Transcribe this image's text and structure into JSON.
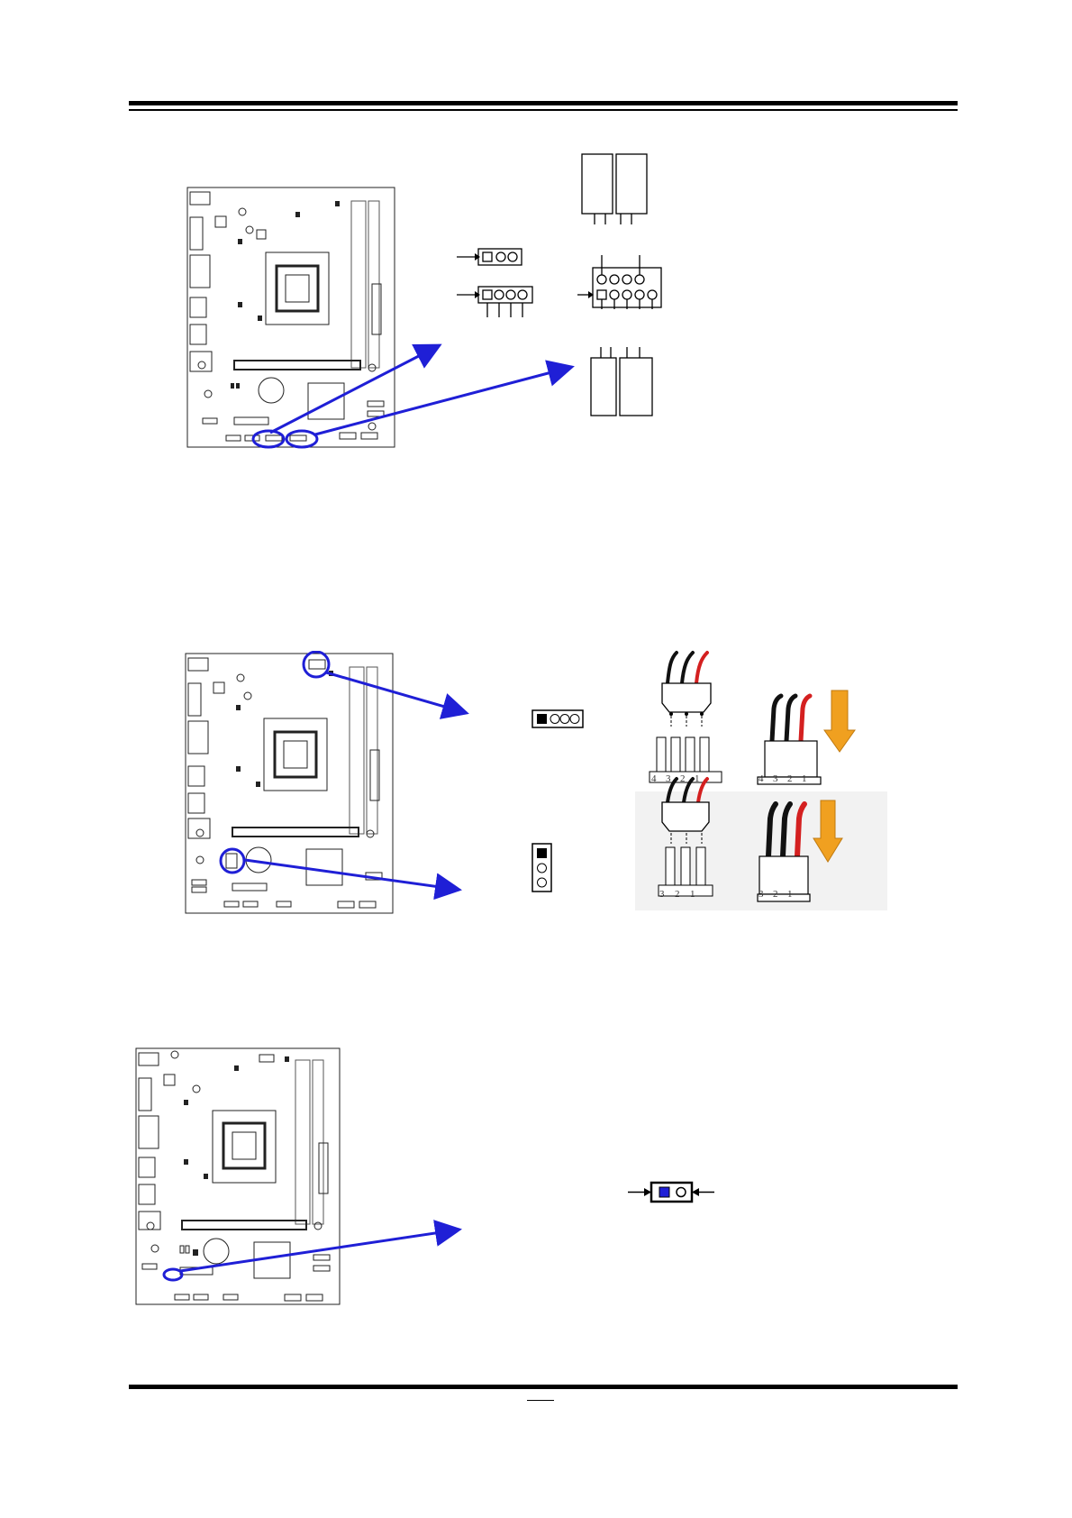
{
  "page": {
    "page_number": "",
    "accent_blue": "#1f1fd6",
    "wire_red": "#d42020",
    "arrow_orange": "#f0a020"
  },
  "fan_pinout": {
    "four_pin_labels": [
      "4",
      "3",
      "2",
      "1"
    ],
    "three_pin_labels": [
      "3",
      "2",
      "1"
    ]
  },
  "icons": [
    "motherboard-diagram-icon",
    "pin-header-icon",
    "fan-connector-icon",
    "down-arrow-icon",
    "jumper-icon"
  ]
}
